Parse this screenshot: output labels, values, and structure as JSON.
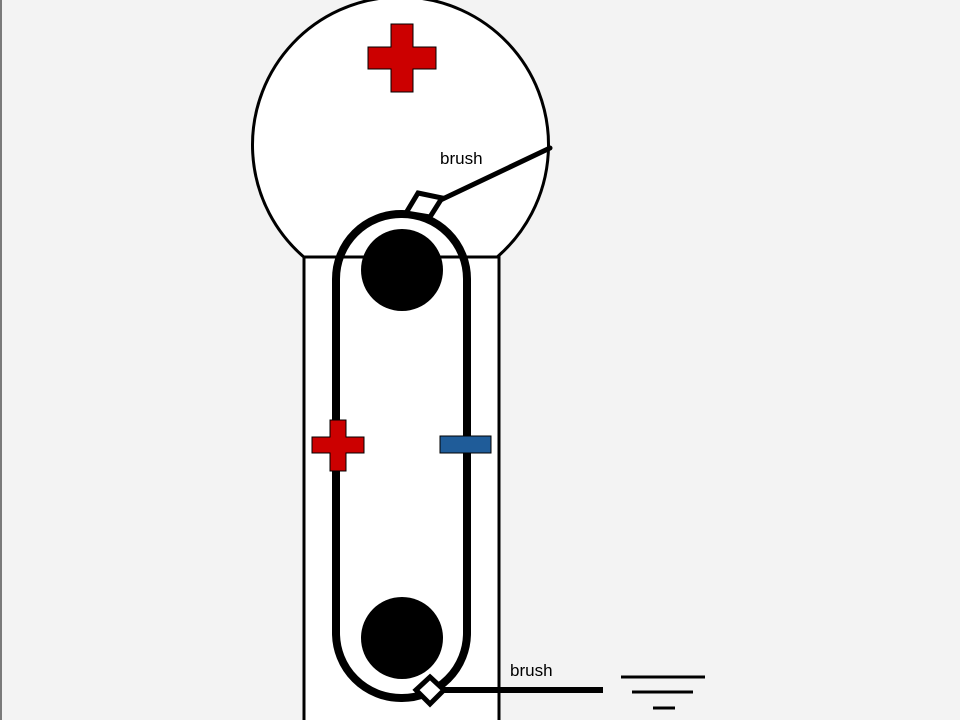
{
  "diagram": {
    "title": "",
    "labels": {
      "upper_brush": "brush",
      "lower_brush": "brush"
    },
    "symbols": {
      "dome_charge": "plus-sign",
      "belt_left_charge": "plus-sign",
      "belt_right_charge": "minus-sign",
      "ground": "ground-symbol"
    },
    "colors": {
      "background": "#f3f3f3",
      "outline": "#000000",
      "positive": "#cc0000",
      "negative": "#1f5c99",
      "fill": "#ffffff"
    }
  }
}
